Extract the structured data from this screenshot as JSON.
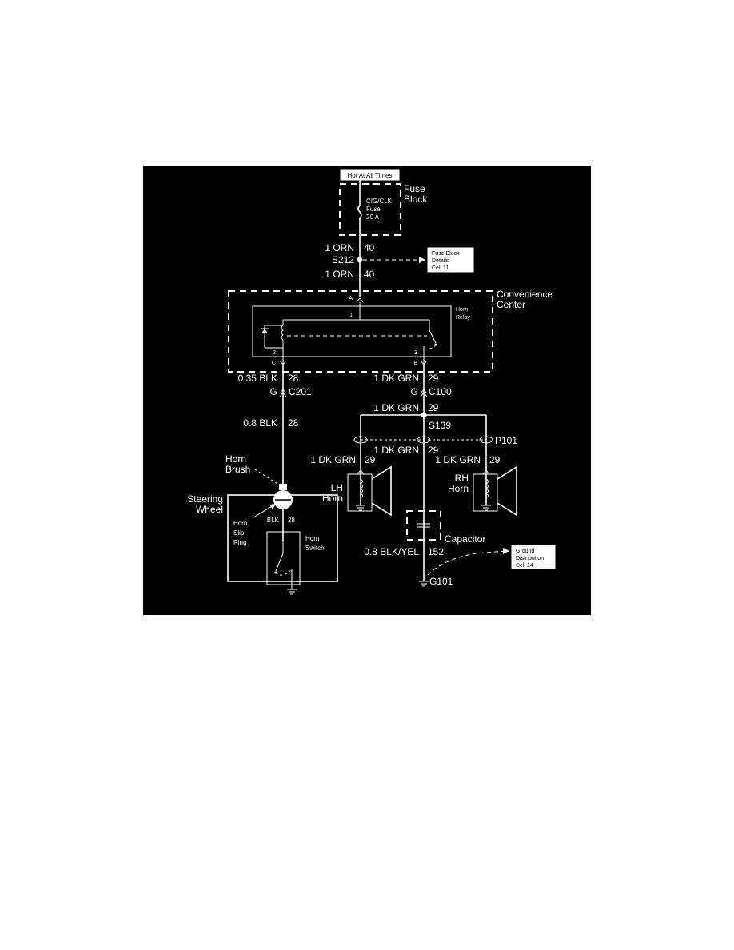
{
  "labels": {
    "hot_at_all_times": "Hot At All Times",
    "fuse_block": [
      "Fuse",
      "Block"
    ],
    "fuse": [
      "CIG/CLK",
      "Fuse",
      "20 A"
    ],
    "wire_orn_top": "1 ORN",
    "circuit_40_top": "40",
    "splice_s212": "S212",
    "fuse_block_details": [
      "Fuse Block",
      "Details",
      "Cell 11"
    ],
    "wire_orn_bottom": "1 ORN",
    "circuit_40_bottom": "40",
    "convenience_center": [
      "Convenience",
      "Center"
    ],
    "horn_relay": [
      "Horn",
      "Relay"
    ],
    "pin_a": "A",
    "pin_1": "1",
    "pin_2": "2",
    "pin_3": "3",
    "pin_c": "C",
    "pin_b": "B",
    "wire_035_blk": "0.35 BLK",
    "circuit_28_a": "28",
    "conn_g_left": "G",
    "conn_c201": "C201",
    "wire_dkgrn_a": "1 DK GRN",
    "circuit_29_a": "29",
    "conn_g_right": "G",
    "conn_c100": "C100",
    "wire_dkgrn_b": "1 DK GRN",
    "circuit_29_b": "29",
    "splice_s139": "S139",
    "wire_08_blk": "0.8 BLK",
    "circuit_28_b": "28",
    "conn_p101": "P101",
    "wire_dkgrn_lh": "1 DK GRN",
    "circuit_29_lh": "29",
    "wire_dkgrn_mid": "1 DK GRN",
    "circuit_29_mid": "29",
    "wire_dkgrn_rh": "1 DK GRN",
    "circuit_29_rh": "29",
    "horn_brush": [
      "Horn",
      "Brush"
    ],
    "lh_horn": [
      "LH",
      "Horn"
    ],
    "rh_horn": [
      "RH",
      "Horn"
    ],
    "steering_wheel": [
      "Steering",
      "Wheel"
    ],
    "horn_slip_ring": [
      "Horn",
      "Slip",
      "Ring"
    ],
    "wire_blk": "BLK",
    "circuit_28_c": "28",
    "horn_switch": [
      "Horn",
      "Switch"
    ],
    "capacitor": "Capacitor",
    "wire_08_blkyel": "0.8 BLK/YEL",
    "circuit_152": "152",
    "ground_distribution": [
      "Ground",
      "Distribution",
      "Cell 14"
    ],
    "ground_g101": "G101"
  }
}
